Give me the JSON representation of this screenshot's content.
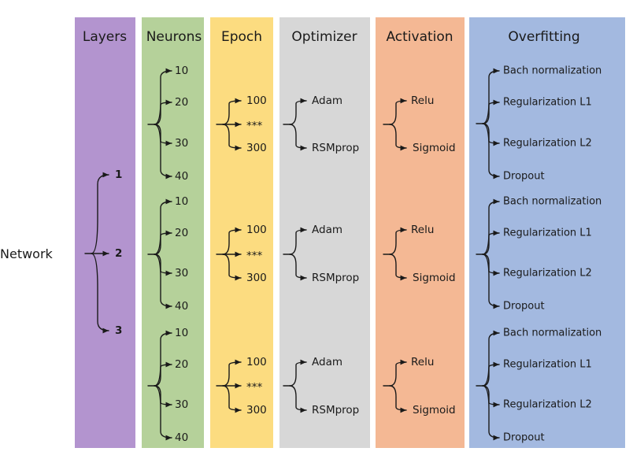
{
  "root_label": "Network",
  "columns": [
    {
      "key": "layers",
      "title": "Layers",
      "color": "#b394cf"
    },
    {
      "key": "neurons",
      "title": "Neurons",
      "color": "#b5d19a"
    },
    {
      "key": "epoch",
      "title": "Epoch",
      "color": "#fcdc80"
    },
    {
      "key": "optimizer",
      "title": "Optimizer",
      "color": "#d7d7d7"
    },
    {
      "key": "activation",
      "title": "Activation",
      "color": "#f4b894"
    },
    {
      "key": "overfitting",
      "title": "Overfitting",
      "color": "#a3b9e0"
    }
  ],
  "layers": [
    "1",
    "2",
    "3"
  ],
  "neurons": [
    "10",
    "20",
    "30",
    "40"
  ],
  "epoch": [
    "100",
    "***",
    "300"
  ],
  "optimizer": [
    "Adam",
    "RSMprop"
  ],
  "activation": [
    "Relu",
    "Sigmoid"
  ],
  "overfitting": [
    "Bach normalization",
    "Regularization L1",
    "Regularization L2",
    "Dropout"
  ],
  "colors": {
    "stroke": "#1a1a1a",
    "text": "#1a1a1a",
    "background": "#ffffff"
  }
}
